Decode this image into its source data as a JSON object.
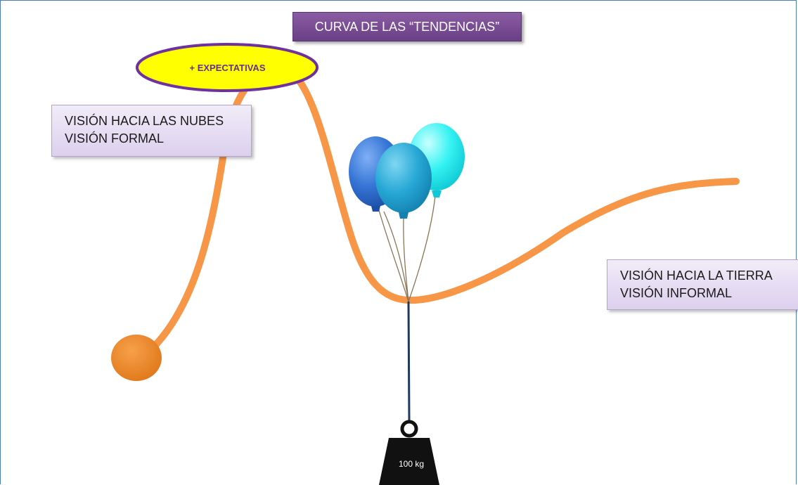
{
  "title": "CURVA DE LAS “TENDENCIAS”",
  "peak_label": "+ EXPECTATIVAS",
  "left_box": {
    "line1": "VISIÓN HACIA LAS NUBES",
    "line2": "VISIÓN FORMAL"
  },
  "right_box": {
    "line1": "VISIÓN HACIA LA TIERRA",
    "line2": "VISIÓN INFORMAL"
  },
  "weight": "100 kg",
  "colors": {
    "curve": "#f79646",
    "start_dot": "#e87d1e",
    "title_bg": "#7b4f96",
    "peak_fill": "#ffff00",
    "peak_border": "#7030a0",
    "label_bg": "#e4dbf1",
    "balloon_blue": "#2f6fd4",
    "balloon_teal": "#22a6d3",
    "balloon_cyan": "#29f0f0",
    "weight": "#111111",
    "rope": "#1f3a5a"
  }
}
